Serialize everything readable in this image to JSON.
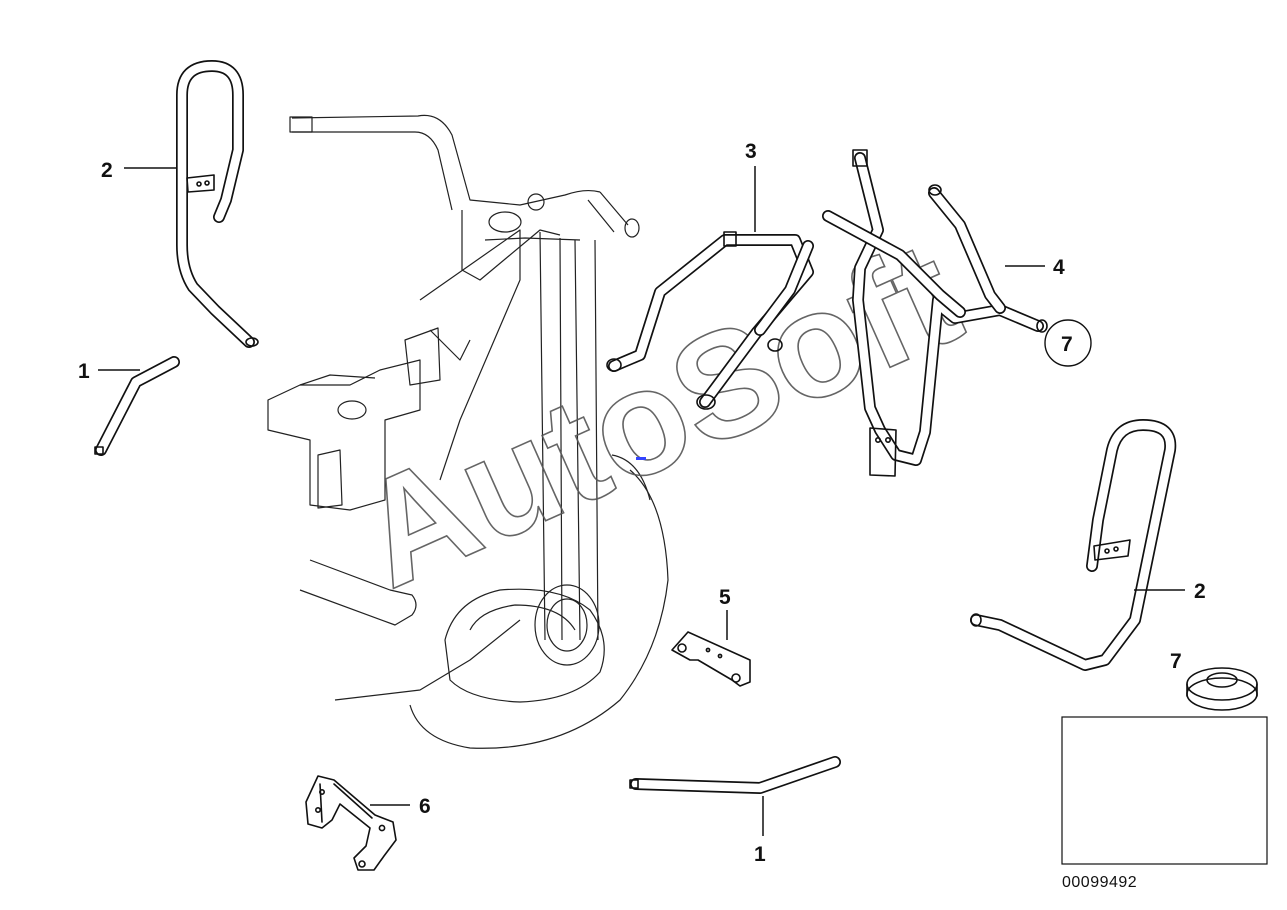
{
  "diagram": {
    "callouts": [
      {
        "id": "c1a",
        "label": "1"
      },
      {
        "id": "c2a",
        "label": "2"
      },
      {
        "id": "c3",
        "label": "3"
      },
      {
        "id": "c4",
        "label": "4"
      },
      {
        "id": "c7a",
        "label": "7"
      },
      {
        "id": "c2b",
        "label": "2"
      },
      {
        "id": "c5",
        "label": "5"
      },
      {
        "id": "c7b",
        "label": "7"
      },
      {
        "id": "c6",
        "label": "6"
      },
      {
        "id": "c1b",
        "label": "1"
      }
    ],
    "watermark": "AutoSoft",
    "drawing_number": "00099492"
  }
}
